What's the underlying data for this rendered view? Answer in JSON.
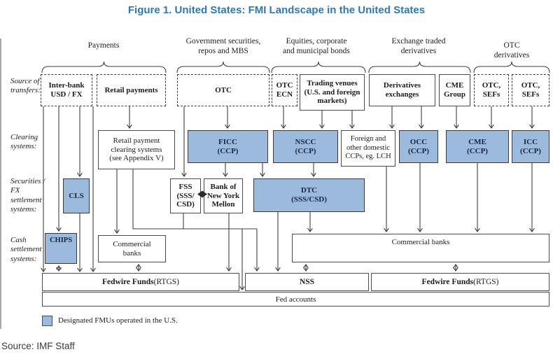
{
  "figure": {
    "title": "Figure 1. United States: FMI Landscape in the United States"
  },
  "source_note": "Source: IMF Staff",
  "legend": {
    "label": "Designated FMUs operated in the U.S."
  },
  "colors": {
    "title_blue": "#2E79B5",
    "fmu_fill": "#9CBADD",
    "line": "#3f3f3f",
    "box_border": "#3a3a3a"
  },
  "row_labels": {
    "source": "Source of\ntransfers:",
    "clearing": "Clearing\nsystems:",
    "securities": "Securities /\nFX\nsettlement\nsystems:",
    "cash": "Cash\nsettlement\nsystems:"
  },
  "column_headers": {
    "payments": "Payments",
    "govsec": "Government securities,\nrepos and MBS",
    "equities": "Equities, corporate\nand municipal bonds",
    "exchange_traded": "Exchange traded\nderivatives",
    "otc_derivatives": "OTC derivatives"
  },
  "nodes": {
    "interbank": {
      "label": "Inter-bank\nUSD / FX"
    },
    "retail_payments": {
      "label": "Retail payments"
    },
    "otc": {
      "label": "OTC"
    },
    "otc_ecn": {
      "label": "OTC\nECN"
    },
    "trading_venues": {
      "label": "Trading venues\n(U.S. and foreign\nmarkets)"
    },
    "deriv_exchanges": {
      "label": "Derivatives\nexchanges"
    },
    "cme_group": {
      "label": "CME\nGroup"
    },
    "otc_sefs_1": {
      "label": "OTC,\nSEFs"
    },
    "otc_sefs_2": {
      "label": "OTC,\nSEFs"
    },
    "retail_clearing": {
      "label": "Retail payment\nclearing systems\n(see Appendix V)"
    },
    "ficc": {
      "name": "FICC",
      "type": "(CCP)"
    },
    "nscc": {
      "name": "NSCC",
      "type": "(CCP)"
    },
    "foreign_ccps": {
      "label": "Foreign and\nother domestic\nCCPs, eg. LCH"
    },
    "occ": {
      "name": "OCC",
      "type": "(CCP)"
    },
    "cme": {
      "name": "CME",
      "type": "(CCP)"
    },
    "icc": {
      "name": "ICC",
      "type": "(CCP)"
    },
    "cls": {
      "label": "CLS"
    },
    "fss": {
      "name": "FSS",
      "type": "(SSS/\nCSD)"
    },
    "bnym": {
      "label": "Bank of\nNew York\nMellon"
    },
    "dtc": {
      "name": "DTC",
      "type": "(SSS/CSD)"
    },
    "chips": {
      "label": "CHIPS"
    },
    "comm_banks_small": {
      "label": "Commercial\nbanks"
    },
    "comm_banks_wide": {
      "label": "Commercial banks"
    },
    "fedwire_left": {
      "name": "Fedwire Funds",
      "suffix": " (RTGS)"
    },
    "nss": {
      "label": "NSS"
    },
    "fedwire_right": {
      "name": "Fedwire Funds",
      "suffix": " (RTGS)"
    },
    "fed_accounts": {
      "label": "Fed accounts"
    }
  }
}
